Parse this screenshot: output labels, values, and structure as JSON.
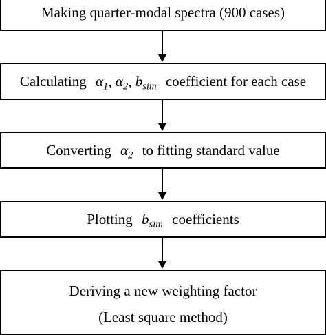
{
  "flowchart": {
    "step1": {
      "text": "Making quarter-modal spectra (900 cases)"
    },
    "step2": {
      "prefix": "Calculating",
      "alpha": "α",
      "sub1": "1",
      "sep1": ", ",
      "sub2": "2",
      "sep2": ", ",
      "b": "b",
      "sub_sim": "sim",
      "suffix": "coefficient for each case"
    },
    "step3": {
      "prefix": "Converting",
      "alpha": "α",
      "sub2": "2",
      "suffix": "to fitting standard value"
    },
    "step4": {
      "prefix": "Plotting",
      "b": "b",
      "sub_sim": "sim",
      "suffix": "coefficients"
    },
    "step5": {
      "line1": "Deriving a new weighting factor",
      "line2": "(Least square method)"
    }
  }
}
